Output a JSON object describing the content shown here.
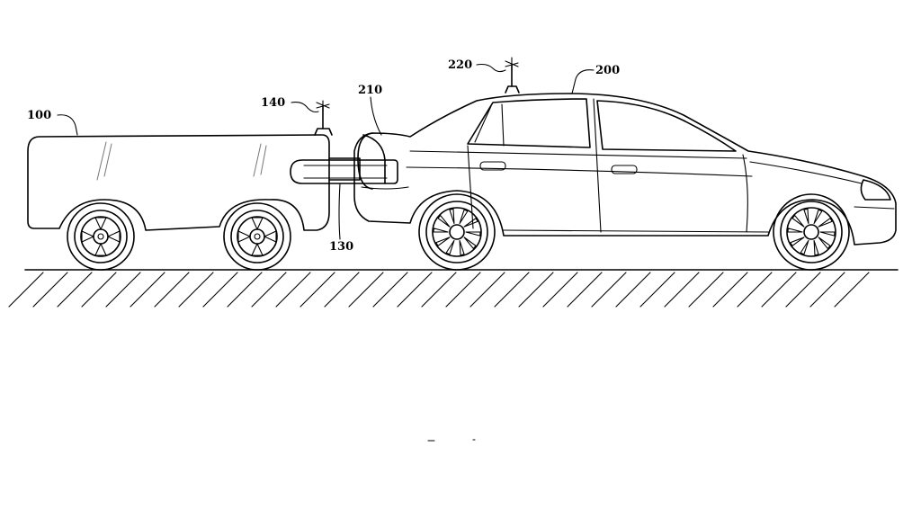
{
  "figure": {
    "ref_labels": {
      "vehicle_100": "100",
      "antenna_140": "140",
      "coupler_130": "130",
      "port_210": "210",
      "antenna_220": "220",
      "vehicle_200": "200"
    }
  }
}
